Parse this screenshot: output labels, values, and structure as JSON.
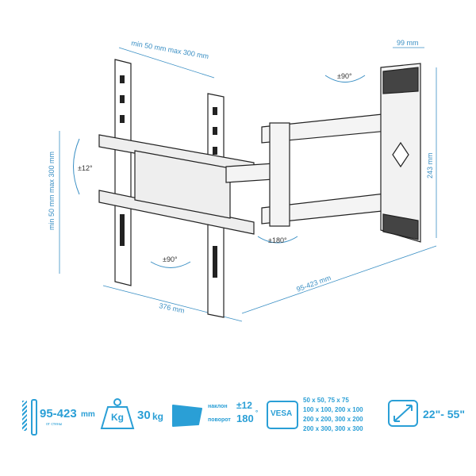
{
  "dimensions": {
    "plate_spacing_h": "min 50 mm max 300 mm",
    "plate_spacing_v": "min 50 mm max 300 mm",
    "wall_plate_depth": "99 mm",
    "wall_plate_height": "243 mm",
    "width": "376 mm",
    "extension": "95-423 mm"
  },
  "angles": {
    "wall_swivel": "±90°",
    "tilt": "±12°",
    "plate_rotate": "±90°",
    "arm_swivel": "±180°"
  },
  "specs": {
    "distance_value": "95-423",
    "distance_unit": "mm",
    "distance_note": "от стены",
    "weight_icon_label": "Kg",
    "weight": "30",
    "weight_unit": "kg",
    "tilt_label": "наклон",
    "tilt_value": "±12",
    "swivel_label": "поворот",
    "swivel_value": "180",
    "degree": "°",
    "vesa_label": "VESA",
    "vesa_sizes": [
      "50 x 50, 75 x 75",
      "100 x 100, 200 x 100",
      "200 x 200, 300 x 200",
      "200 x 300, 300 x 300"
    ],
    "screen_size": "22\"- 55\""
  },
  "colors": {
    "accent": "#2a9fd6",
    "dimension": "#3a8fc4"
  }
}
